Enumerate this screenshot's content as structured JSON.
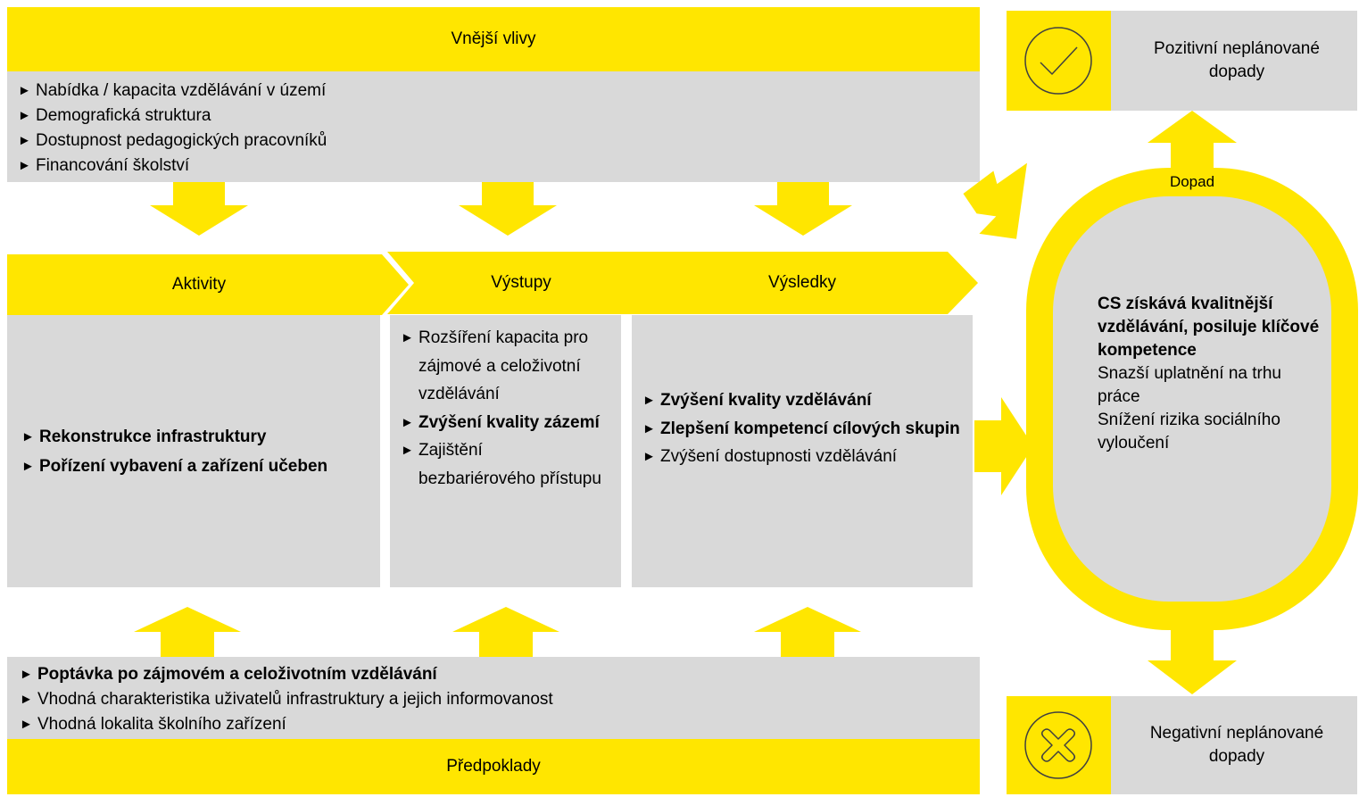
{
  "colors": {
    "accent": "#ffe600",
    "panel": "#d9d9d9"
  },
  "bullet": "►",
  "external": {
    "title": "Vnější vlivy",
    "items": [
      "Nabídka / kapacita vzdělávání v území",
      "Demografická struktura",
      "Dostupnost pedagogických pracovníků",
      "Financování školství"
    ]
  },
  "activities": {
    "title": "Aktivity",
    "items": [
      {
        "text": "Rekonstrukce infrastruktury",
        "bold": true
      },
      {
        "text": "Pořízení vybavení a zařízení učeben",
        "bold": true
      }
    ]
  },
  "outputs": {
    "title": "Výstupy",
    "items": [
      {
        "text": "Rozšíření kapacita pro zájmové a celoživotní vzdělávání",
        "bold": false
      },
      {
        "text": "Zvýšení kvality zázemí",
        "bold": true
      },
      {
        "text": "Zajištění bezbariérového přístupu",
        "bold": false
      }
    ]
  },
  "results": {
    "title": "Výsledky",
    "items": [
      {
        "text": "Zvýšení kvality vzdělávání",
        "bold": true
      },
      {
        "text": "Zlepšení kompetencí cílových skupin",
        "bold": true
      },
      {
        "text": "Zvýšení dostupnosti vzdělávání",
        "bold": false
      }
    ]
  },
  "impact": {
    "label": "Dopad",
    "bold_text": "CS získává kvalitnější vzdělávání, posiluje klíčové kompetence",
    "lines": [
      "Snazší uplatnění na trhu práce",
      "Snížení rizika sociálního vyloučení"
    ]
  },
  "positive": {
    "label": "Pozitivní neplánované dopady",
    "icon": "check-circle-icon"
  },
  "negative": {
    "label": "Negativní neplánované dopady",
    "icon": "x-circle-icon"
  },
  "assumptions": {
    "title": "Předpoklady",
    "items": [
      {
        "text": "Poptávka po zájmovém a celoživotním vzdělávání",
        "bold": true
      },
      {
        "text": "Vhodná charakteristika uživatelů infrastruktury a jejich informovanost",
        "bold": false
      },
      {
        "text": "Vhodná lokalita školního zařízení",
        "bold": false
      }
    ]
  }
}
